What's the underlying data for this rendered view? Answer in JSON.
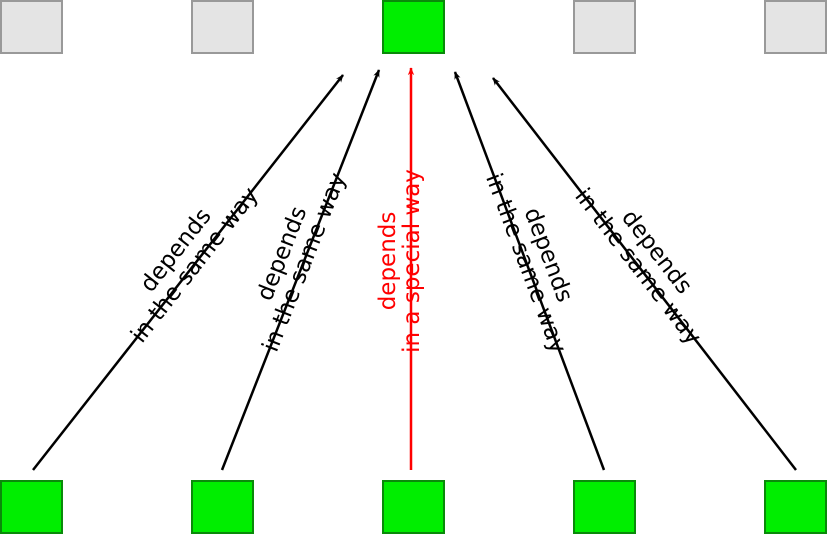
{
  "colors": {
    "background": "#ffffff",
    "active_fill": "#00ee00",
    "active_stroke": "#0a8a0a",
    "inactive_fill": "#e4e4e4",
    "inactive_stroke": "#999999",
    "normal_arrow": "#000000",
    "special_arrow": "#ff0000"
  },
  "top_row": [
    {
      "state": "inactive"
    },
    {
      "state": "inactive"
    },
    {
      "state": "active"
    },
    {
      "state": "inactive"
    },
    {
      "state": "inactive"
    }
  ],
  "bottom_row": [
    {
      "state": "active"
    },
    {
      "state": "active"
    },
    {
      "state": "active"
    },
    {
      "state": "active"
    },
    {
      "state": "active"
    }
  ],
  "edges": [
    {
      "from": 0,
      "to": 2,
      "style": "normal",
      "label_line1": "depends",
      "label_line2": "in the same way"
    },
    {
      "from": 1,
      "to": 2,
      "style": "normal",
      "label_line1": "depends",
      "label_line2": "in the same way"
    },
    {
      "from": 2,
      "to": 2,
      "style": "special",
      "label_line1": "depends",
      "label_line2": "in a special way"
    },
    {
      "from": 3,
      "to": 2,
      "style": "normal",
      "label_line1": "depends",
      "label_line2": "in the same way"
    },
    {
      "from": 4,
      "to": 2,
      "style": "normal",
      "label_line1": "depends",
      "label_line2": "in the same way"
    }
  ]
}
